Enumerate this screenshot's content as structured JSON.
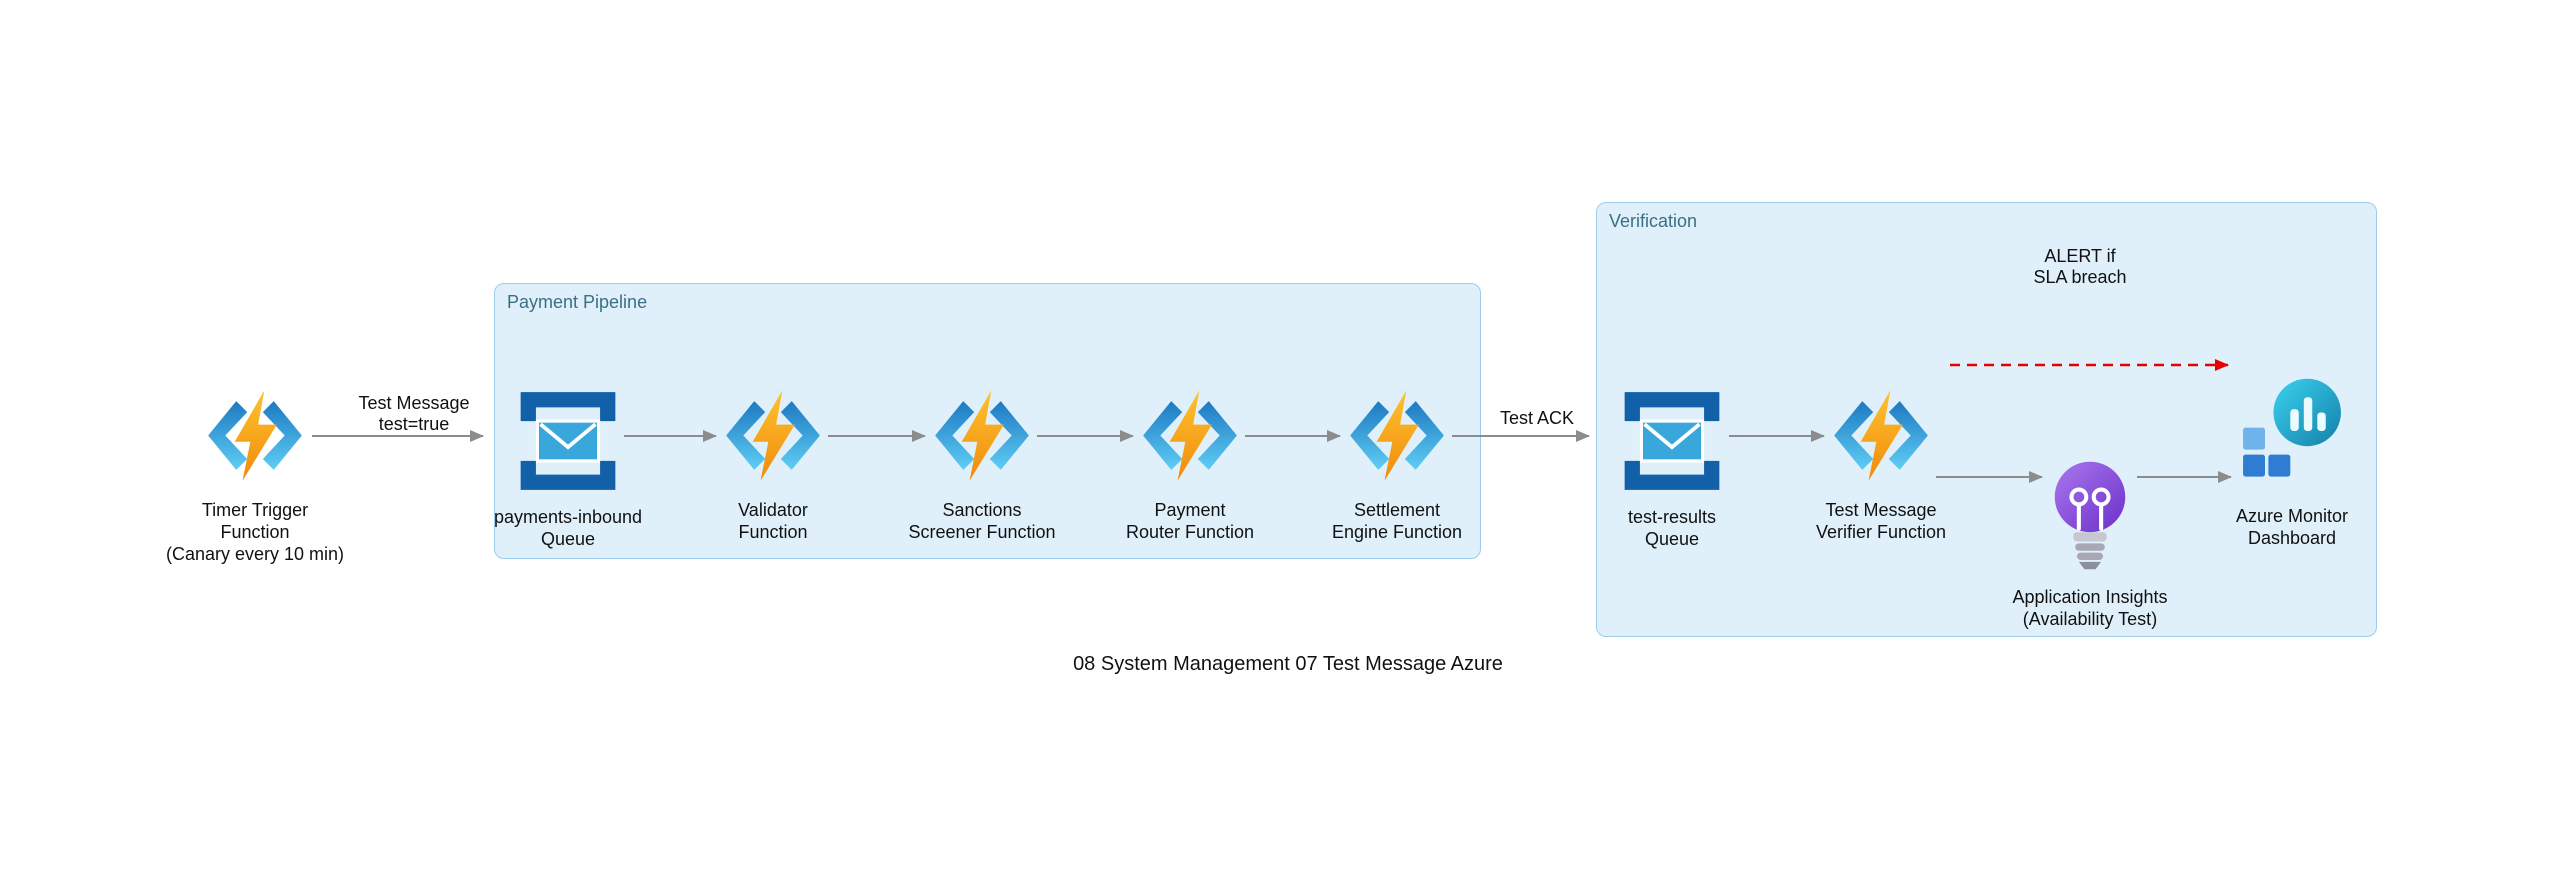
{
  "diagram": {
    "caption": "08 System Management 07 Test Message Azure",
    "groups": {
      "payment_pipeline": {
        "label": "Payment Pipeline"
      },
      "verification": {
        "label": "Verification"
      }
    },
    "nodes": {
      "timer": {
        "line1": "Timer Trigger",
        "line2": "Function",
        "line3": "(Canary every 10 min)"
      },
      "payments_inbound_queue": {
        "line1": "payments-inbound",
        "line2": "Queue"
      },
      "validator_function": {
        "line1": "Validator",
        "line2": "Function"
      },
      "sanctions_function": {
        "line1": "Sanctions",
        "line2": "Screener Function"
      },
      "router_function": {
        "line1": "Payment",
        "line2": "Router Function"
      },
      "settlement_function": {
        "line1": "Settlement",
        "line2": "Engine Function"
      },
      "test_results_queue": {
        "line1": "test-results",
        "line2": "Queue"
      },
      "verifier_function": {
        "line1": "Test Message",
        "line2": "Verifier Function"
      },
      "app_insights": {
        "line1": "Application Insights",
        "line2": "(Availability Test)"
      },
      "azure_monitor": {
        "line1": "Azure Monitor",
        "line2": "Dashboard"
      }
    },
    "edges": {
      "test_message": {
        "line1": "Test Message",
        "line2": "test=true"
      },
      "test_ack": {
        "label": "Test ACK"
      },
      "alert": {
        "line1": "ALERT if",
        "line2": "SLA breach"
      }
    },
    "colors": {
      "group_fill": "#e0f0fa",
      "group_border": "#9ccdea",
      "group_label": "#3a7085",
      "arrow": "#8c8c8c",
      "alert_red": "#e60000",
      "function_bolt": "#f5a31a",
      "bracket_blue": "#3aa0dc",
      "queue_frame_blue": "#1160a8",
      "envelope_blue": "#39a7dc",
      "insights_purple": "#8a4fe0",
      "monitor_teal": "#28a9cc",
      "text": "#111111"
    }
  }
}
